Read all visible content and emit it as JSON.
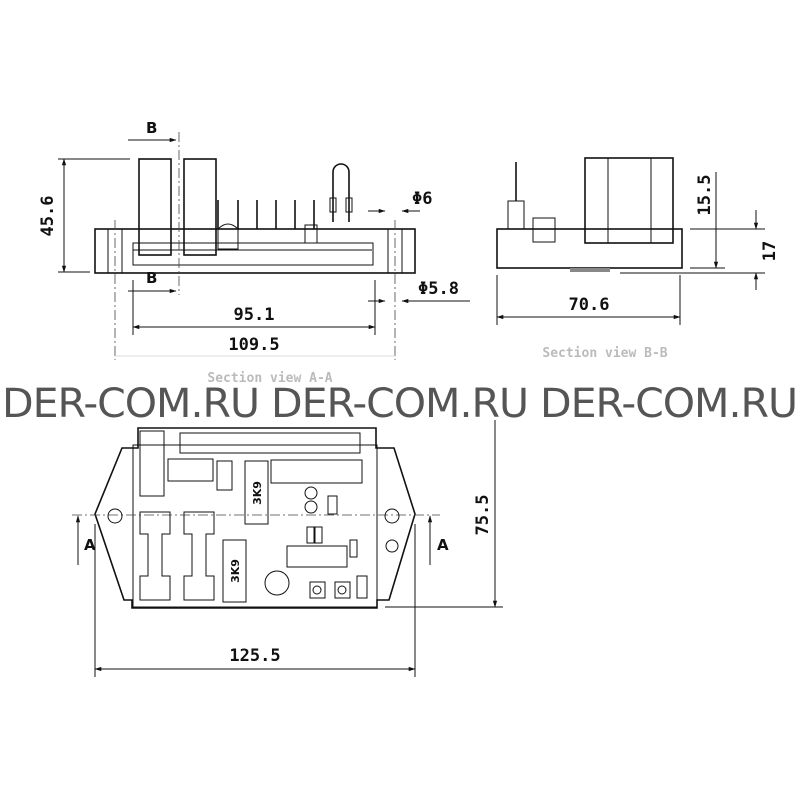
{
  "drawing": {
    "section_aa": {
      "caption": "Section view A-A",
      "height_dim": "45.6",
      "inner_width_dim": "95.1",
      "outer_width_dim": "109.5",
      "hole_top_dim": "Φ6",
      "hole_bottom_dim": "Φ5.8",
      "section_marker_top": "B",
      "section_marker_bottom": "B"
    },
    "section_bb": {
      "caption": "Section view B-B",
      "width_dim": "70.6",
      "height_upper_dim": "15.5",
      "height_lower_dim": "17"
    },
    "top_view": {
      "width_dim": "125.5",
      "height_dim": "75.5",
      "section_marker_left": "A",
      "section_marker_right": "A",
      "resistor_1_label": "3K9",
      "resistor_2_label": "3K9"
    },
    "watermark": "DER-COM.RU DER-COM.RU DER-COM.RU"
  }
}
